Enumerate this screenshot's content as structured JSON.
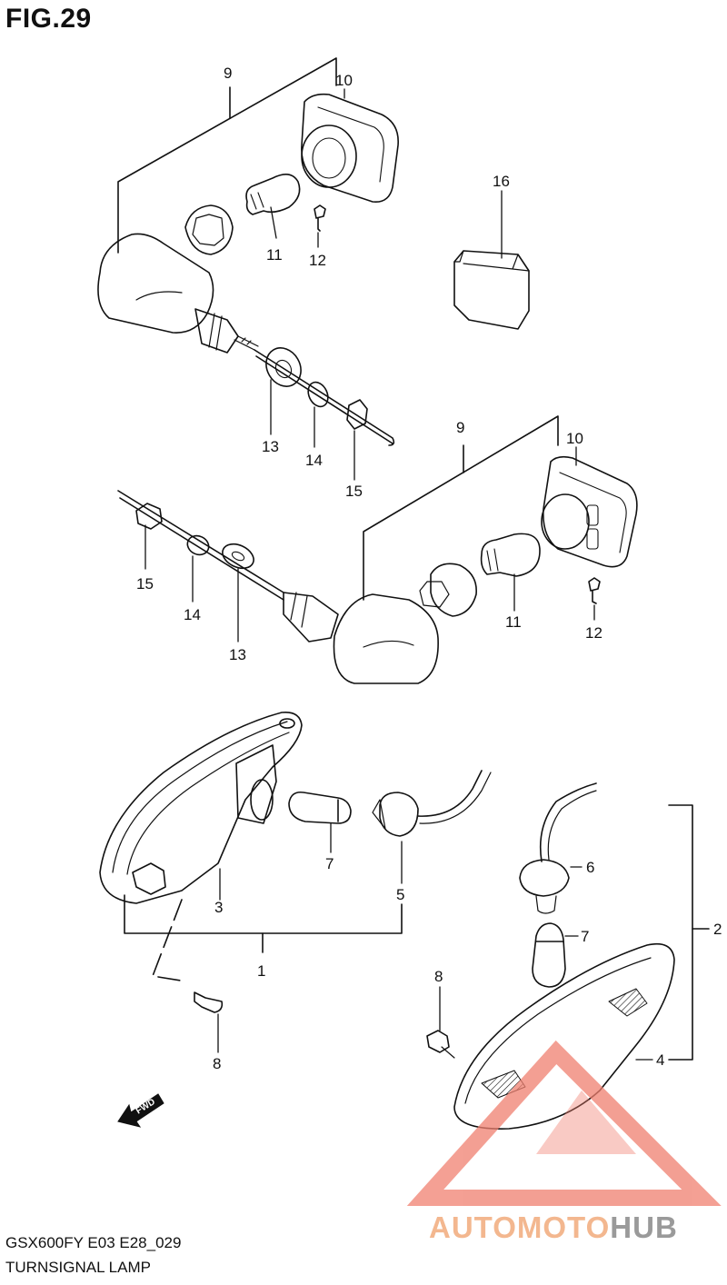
{
  "figure": {
    "title": "FIG.29",
    "model_code": "GSX600FY E03 E28_029",
    "section_title": "TURNSIGNAL LAMP"
  },
  "callouts": {
    "c1": "1",
    "c2": "2",
    "c3": "3",
    "c4": "4",
    "c5": "5",
    "c6": "6",
    "c7a": "7",
    "c7b": "7",
    "c8a": "8",
    "c8b": "8",
    "c9a": "9",
    "c9b": "9",
    "c10a": "10",
    "c10b": "10",
    "c11a": "11",
    "c11b": "11",
    "c12a": "12",
    "c12b": "12",
    "c13a": "13",
    "c13b": "13",
    "c14a": "14",
    "c14b": "14",
    "c15a": "15",
    "c15b": "15",
    "c16": "16"
  },
  "fwd_arrow": {
    "label": "FWD"
  },
  "watermark": {
    "part1": "AUTOMOTO",
    "part2": "HUB",
    "color_accent": "#f08070",
    "color_gray": "#9a9a9a"
  }
}
